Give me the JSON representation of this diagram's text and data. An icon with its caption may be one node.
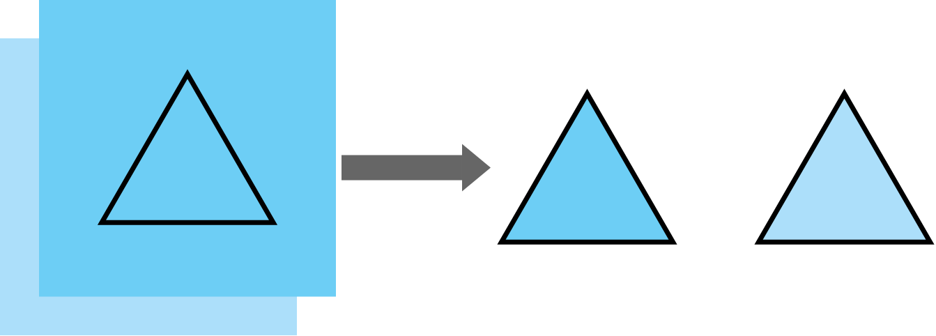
{
  "diagram": {
    "nodes": [
      {
        "text": [],
        "shape": "box"
      },
      {
        "text": [],
        "shape": "box"
      },
      {
        "text": [],
        "shape": "triangle"
      },
      {
        "text": [],
        "shape": "triangle"
      },
      {
        "text": [],
        "shape": "triangle"
      }
    ],
    "edges": [
      {
        "from": 1,
        "to": 3,
        "arrow": "to"
      }
    ]
  }
}
